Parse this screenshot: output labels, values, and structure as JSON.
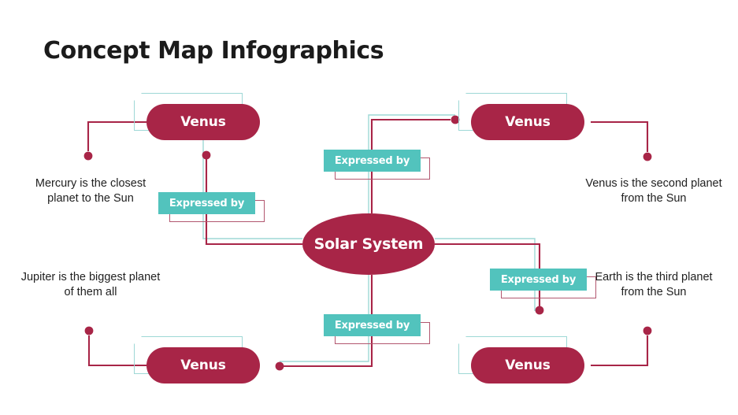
{
  "page": {
    "title": "Concept Map Infographics",
    "background": "#ffffff"
  },
  "colors": {
    "crimson": "#A82547",
    "teal": "#52C3BD",
    "teal_outline": "#9ED8D6",
    "crimson_outline": "#B2576F",
    "text": "#212121",
    "title_text": "#1b1b1b"
  },
  "center": {
    "label": "Solar System"
  },
  "nodes": [
    {
      "id": "node-top-left",
      "label": "Venus"
    },
    {
      "id": "node-top-right",
      "label": "Venus"
    },
    {
      "id": "node-bottom-left",
      "label": "Venus"
    },
    {
      "id": "node-bottom-right",
      "label": "Venus"
    }
  ],
  "connector_labels": [
    {
      "id": "chip-top-left",
      "label": "Expressed by"
    },
    {
      "id": "chip-top-right",
      "label": "Expressed by"
    },
    {
      "id": "chip-bottom-left",
      "label": "Expressed by"
    },
    {
      "id": "chip-bottom-right",
      "label": "Expressed by"
    }
  ],
  "captions": [
    {
      "id": "caption-mercury",
      "text": "Mercury is the closest planet to the Sun"
    },
    {
      "id": "caption-venus",
      "text": "Venus is the second planet from the Sun"
    },
    {
      "id": "caption-jupiter",
      "text": "Jupiter is the biggest planet of them all"
    },
    {
      "id": "caption-earth",
      "text": "Earth is the third planet from the Sun"
    }
  ]
}
